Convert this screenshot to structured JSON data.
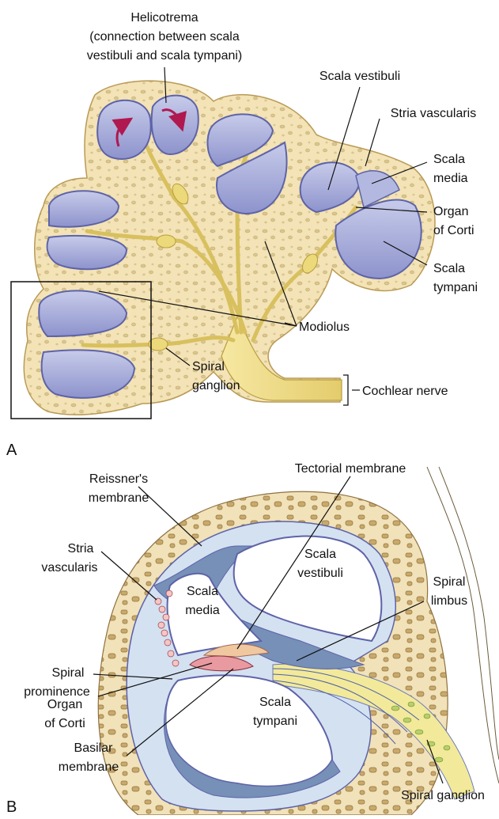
{
  "panels": {
    "a": "A",
    "b": "B"
  },
  "panel_a": {
    "helicotrema": [
      "Helicotrema",
      "(connection between scala",
      "vestibuli and scala tympani)"
    ],
    "scala_vestibuli": "Scala vestibuli",
    "stria_vascularis": "Stria vascularis",
    "scala_media": [
      "Scala",
      "media"
    ],
    "organ_of_corti": [
      "Organ",
      "of Corti"
    ],
    "scala_tympani": [
      "Scala",
      "tympani"
    ],
    "modiolus": "Modiolus",
    "spiral_ganglion": [
      "Spiral",
      "ganglion"
    ],
    "cochlear_nerve": "Cochlear nerve"
  },
  "panel_b": {
    "tectorial_membrane": "Tectorial membrane",
    "reissners_membrane": [
      "Reissner's",
      "membrane"
    ],
    "stria_vascularis": [
      "Stria",
      "vascularis"
    ],
    "scala_vestibuli": [
      "Scala",
      "vestibuli"
    ],
    "scala_media": [
      "Scala",
      "media"
    ],
    "spiral_limbus": [
      "Spiral",
      "limbus"
    ],
    "spiral_prominence": [
      "Spiral",
      "prominence"
    ],
    "organ_of_corti": [
      "Organ",
      "of Corti"
    ],
    "scala_tympani": [
      "Scala",
      "tympani"
    ],
    "basilar_membrane": [
      "Basilar",
      "membrane"
    ],
    "spiral_ganglion": "Spiral ganglion"
  },
  "colors": {
    "bone": "#f0dfb0",
    "bone_outline": "#b99a55",
    "duct_fill": "#a7acd8",
    "duct_outline": "#5e63a8",
    "nerve": "#ecd97a",
    "membrane_blue": "#9db3d6",
    "arrow": "#b01850"
  }
}
